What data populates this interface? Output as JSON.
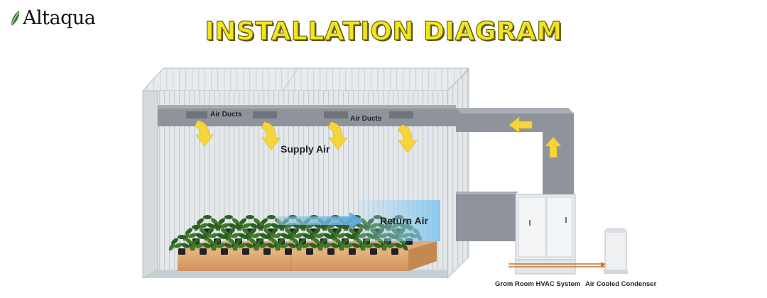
{
  "brand": {
    "name": "Altaqua"
  },
  "title": "INSTALLATION DIAGRAM",
  "labels": {
    "air_ducts_1": "Air Ducts",
    "air_ducts_2": "Air Ducts",
    "supply_air": "Supply Air",
    "return_air": "Return Air",
    "hvac_system": "Grom Room HVAC System",
    "condenser": "Air Cooled Condenser"
  },
  "colors": {
    "arrow": "#f6d53b",
    "title": "#f4e41c",
    "duct": "#8e939c",
    "wall": "#dfe3e6",
    "bench": "#d9a06c",
    "pipe": "#c8702a"
  },
  "icons": [
    "leaf-icon",
    "down-arrow-icon",
    "left-arrow-icon",
    "up-arrow-icon",
    "right-arrow-icon"
  ]
}
